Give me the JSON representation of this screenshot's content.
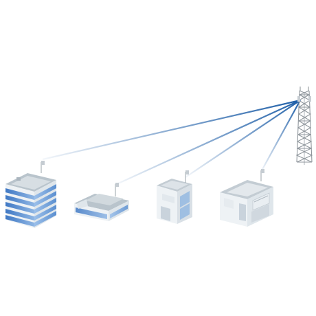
{
  "scene": {
    "description_text": "",
    "tower": {
      "icon": "lattice-tower-icon"
    },
    "links": [
      {
        "from": "tower",
        "to": "building-1",
        "icon": "wireless-link"
      },
      {
        "from": "tower",
        "to": "building-2",
        "icon": "wireless-link"
      },
      {
        "from": "tower",
        "to": "building-3",
        "icon": "wireless-link"
      },
      {
        "from": "tower",
        "to": "building-4",
        "icon": "wireless-link"
      }
    ],
    "buildings": [
      {
        "id": "building-1",
        "icon": "office-tower-icon"
      },
      {
        "id": "building-2",
        "icon": "low-rise-office-icon"
      },
      {
        "id": "building-3",
        "icon": "mid-rise-building-icon"
      },
      {
        "id": "building-4",
        "icon": "house-icon"
      }
    ],
    "colors": {
      "link_start": "#1f5fa8",
      "link_end": "#e8f0f8",
      "glass": "#5b8fd0",
      "wall": "#eef2f5",
      "roof": "#b9c4cc",
      "tower": "#8f969c"
    }
  }
}
